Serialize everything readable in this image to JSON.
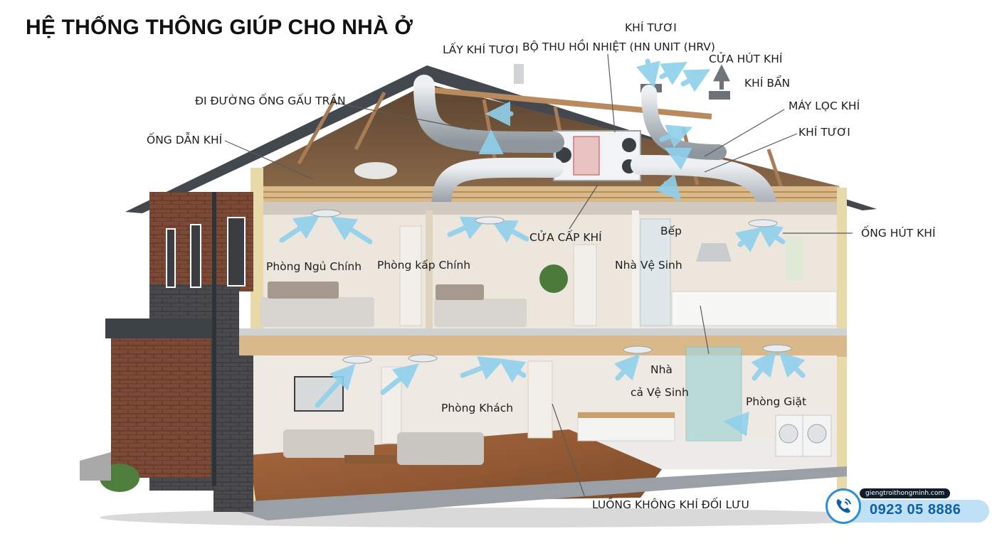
{
  "title": "HỆ THỐNG THÔNG GIÚP CHO NHÀ Ở",
  "labels": {
    "fresh_air_intake": "LẤY KHÍ TƯƠI",
    "fresh_air_top": "KHÍ TƯƠI",
    "hrv_unit": "BỘ THU HỒI NHIỆT (HN UNIT (HRV)",
    "exhaust_vent": "CỬA HÚT KHÍ",
    "dirty_air": "KHÍ BẨN",
    "ceiling_duct": "ĐI ĐƯỜNG ỐNG GẤU TRẦN",
    "air_duct": "ỐNG DẪN KHÍ",
    "air_purifier": "MÁY LỌC KHÍ",
    "fresh_air_right": "KHÍ TƯƠI",
    "supply_vent": "CỬA CẤP KHÍ",
    "exhaust_pipe": "ỐNG HÚT KHÍ",
    "convection_flow": "LUỒNG KHÔNG KHÍ ĐỐI LƯU"
  },
  "rooms": {
    "master_bedroom": "Phòng Ngủ Chính",
    "bedroom_2": "Phòng kấp Chính",
    "upper_bathroom": "Nhà Vệ Sinh",
    "kitchen": "Bếp",
    "living_room": "Phòng Khách",
    "lower_bathroom_line1": "Nhà",
    "lower_bathroom_line2": "cả Vệ Sinh",
    "laundry": "Phòng Giặt"
  },
  "contact": {
    "website": "giengtroithongminh.com",
    "phone": "0923 05 8886",
    "phone_icon": "phone-icon"
  },
  "colors": {
    "airflow": "#7cc6e6",
    "duct": "#c9ced3",
    "roof": "#4a4f55",
    "brick": "#7a4a36",
    "accent": "#2f8fd6"
  }
}
